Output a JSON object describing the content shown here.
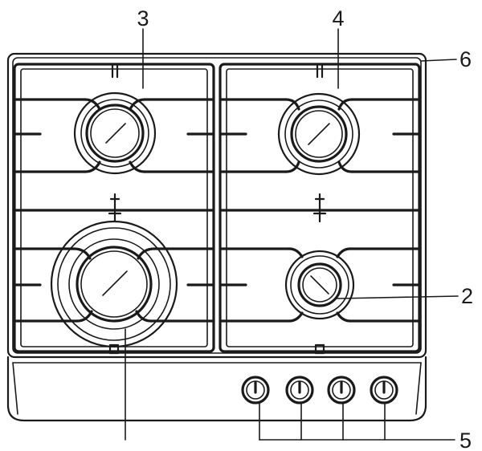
{
  "callouts": {
    "burner_top_left": "3",
    "burner_top_right": "4",
    "frame": "6",
    "burner_bottom_right": "2",
    "knobs": "5"
  },
  "colors": {
    "line": "#1a1a1a",
    "background": "#ffffff"
  }
}
